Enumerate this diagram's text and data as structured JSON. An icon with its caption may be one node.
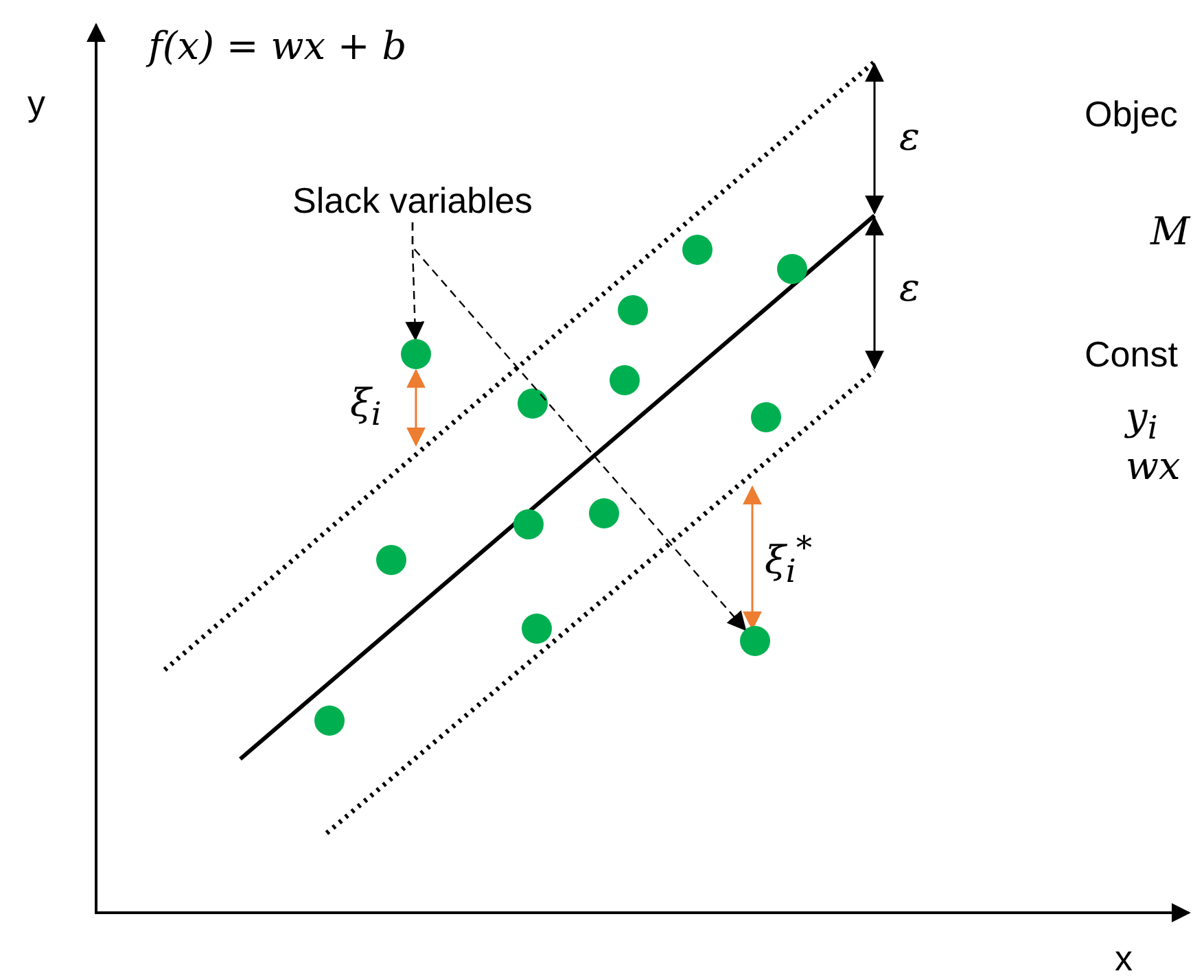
{
  "diagram": {
    "nodes": [
      {
        "text": [
          "Slack variables"
        ]
      },
      {
        "text": [],
        "shape": "circle"
      },
      {
        "text": [],
        "shape": "circle"
      }
    ],
    "edges": [
      {
        "from": 0,
        "to": 1,
        "arrow": "to",
        "style": "dashed"
      },
      {
        "from": 0,
        "to": 2,
        "arrow": "to",
        "style": "dashed"
      }
    ],
    "labels": [
      "f(x) = wx + b",
      "y",
      "ε",
      "Objec",
      "M",
      "ε",
      "Const",
      "ξ$_{i}$",
      "y$_{i}$",
      "wx",
      "ξ$_{i}$$^{*}$",
      "x"
    ]
  }
}
